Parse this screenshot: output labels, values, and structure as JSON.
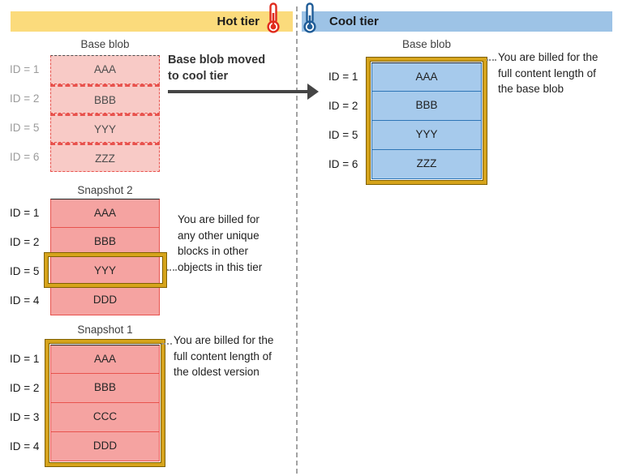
{
  "headers": {
    "hot": {
      "label": "Hot tier"
    },
    "cool": {
      "label": "Cool tier"
    }
  },
  "colors": {
    "hot_bar": "#FBDB7C",
    "cool_bar": "#9DC3E6",
    "hot_thermometer": "#E02B1D",
    "cool_thermometer": "#1F5C97",
    "pink_fill_faded": "#F8CAC6",
    "pink_fill": "#F5A3A1",
    "pink_border": "#E8534E",
    "blue_fill": "#A6CAEC",
    "blue_border": "#2E75B6",
    "gold_highlight": "#D6A41B"
  },
  "hot": {
    "base_blob": {
      "title": "Base blob",
      "rows": [
        {
          "id": "ID = 1",
          "block": "AAA"
        },
        {
          "id": "ID = 2",
          "block": "BBB"
        },
        {
          "id": "ID = 5",
          "block": "YYY"
        },
        {
          "id": "ID = 6",
          "block": "ZZZ"
        }
      ]
    },
    "move_label": {
      "line1": "Base blob moved",
      "line2": "to cool tier"
    },
    "snapshot2": {
      "title": "Snapshot 2",
      "rows": [
        {
          "id": "ID = 1",
          "block": "AAA"
        },
        {
          "id": "ID = 2",
          "block": "BBB"
        },
        {
          "id": "ID = 5",
          "block": "YYY"
        },
        {
          "id": "ID = 4",
          "block": "DDD"
        }
      ],
      "annotation": {
        "lines": [
          "You are billed for",
          "any other unique",
          "blocks in other",
          "objects in this tier"
        ]
      }
    },
    "snapshot1": {
      "title": "Snapshot 1",
      "rows": [
        {
          "id": "ID = 1",
          "block": "AAA"
        },
        {
          "id": "ID = 2",
          "block": "BBB"
        },
        {
          "id": "ID = 3",
          "block": "CCC"
        },
        {
          "id": "ID = 4",
          "block": "DDD"
        }
      ],
      "annotation": {
        "lines": [
          "You are billed for the",
          "full content length of",
          "the oldest version"
        ]
      }
    }
  },
  "cool": {
    "base_blob": {
      "title": "Base blob",
      "rows": [
        {
          "id": "ID = 1",
          "block": "AAA"
        },
        {
          "id": "ID = 2",
          "block": "BBB"
        },
        {
          "id": "ID = 5",
          "block": "YYY"
        },
        {
          "id": "ID = 6",
          "block": "ZZZ"
        }
      ],
      "annotation": {
        "lines": [
          "You are billed for the",
          "full content length of",
          "the base blob"
        ]
      }
    }
  }
}
